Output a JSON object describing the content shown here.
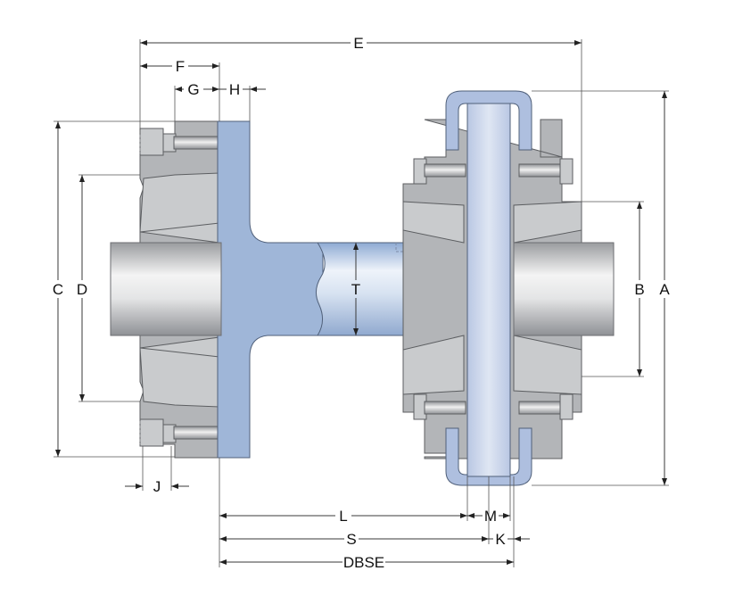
{
  "labels": {
    "E": "E",
    "F": "F",
    "G": "G",
    "H": "H",
    "C": "C",
    "D": "D",
    "T": "T",
    "B": "B",
    "A": "A",
    "J": "J",
    "L": "L",
    "M": "M",
    "S": "S",
    "K": "K",
    "DBSE": "DBSE"
  },
  "colors": {
    "hub_gray": "#b3b5b8",
    "spacer_blue": "#9fb6d8",
    "shaft_light": "#e8e9ea",
    "line": "#3a3a3a"
  }
}
